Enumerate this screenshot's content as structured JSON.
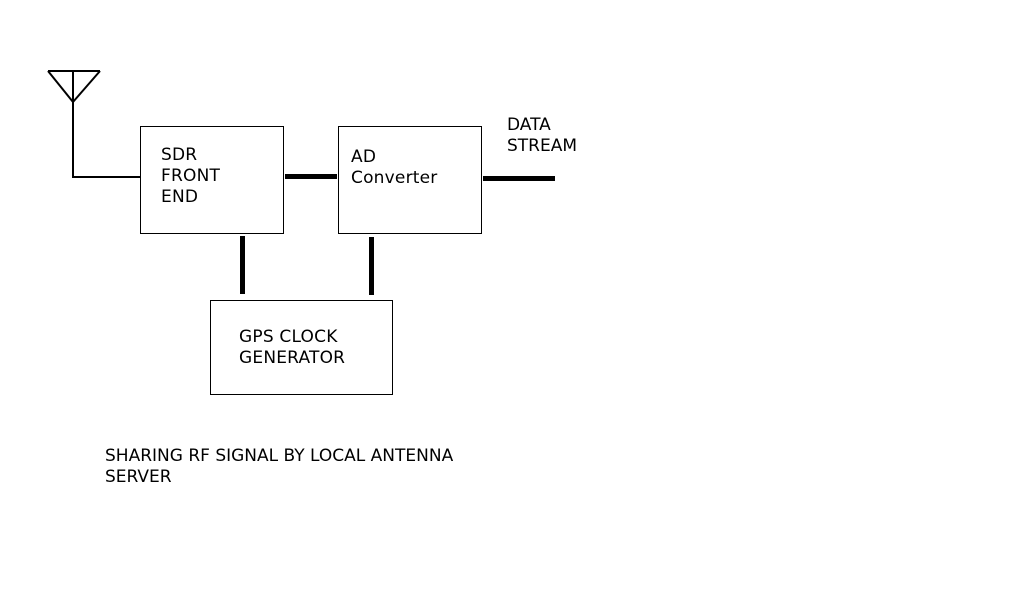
{
  "diagram": {
    "blocks": {
      "sdr_front_end": {
        "lines": [
          "SDR",
          "FRONT",
          "END"
        ]
      },
      "ad_converter": {
        "lines": [
          "AD",
          "Converter"
        ]
      },
      "gps_clock": {
        "lines": [
          "GPS CLOCK",
          "GENERATOR"
        ]
      }
    },
    "output_label": {
      "lines": [
        "DATA",
        "STREAM"
      ]
    },
    "caption": {
      "lines": [
        "SHARING RF SIGNAL BY LOCAL ANTENNA",
        "SERVER"
      ]
    },
    "colors": {
      "line": "#000000",
      "background": "#ffffff"
    },
    "icons": {
      "antenna": "antenna-icon"
    }
  }
}
